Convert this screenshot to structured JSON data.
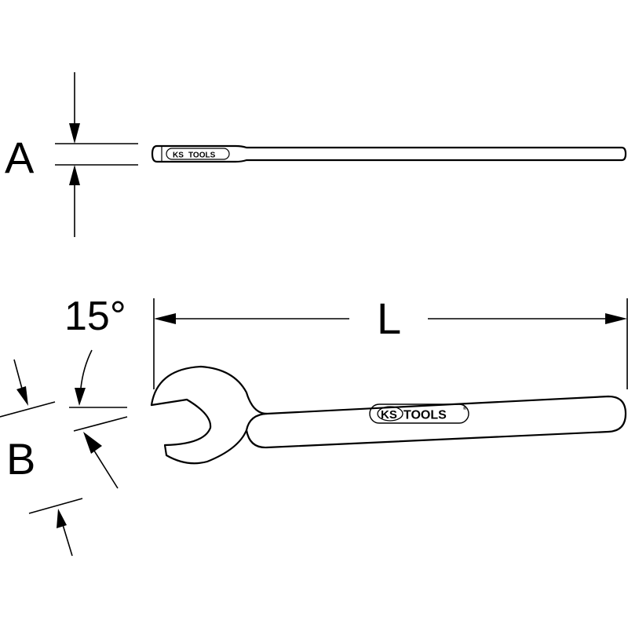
{
  "labels": {
    "A": "A",
    "B": "B",
    "L": "L",
    "angle": "15°"
  },
  "logo": {
    "ks": "KS",
    "tools": "TOOLS",
    "registered": "®"
  }
}
